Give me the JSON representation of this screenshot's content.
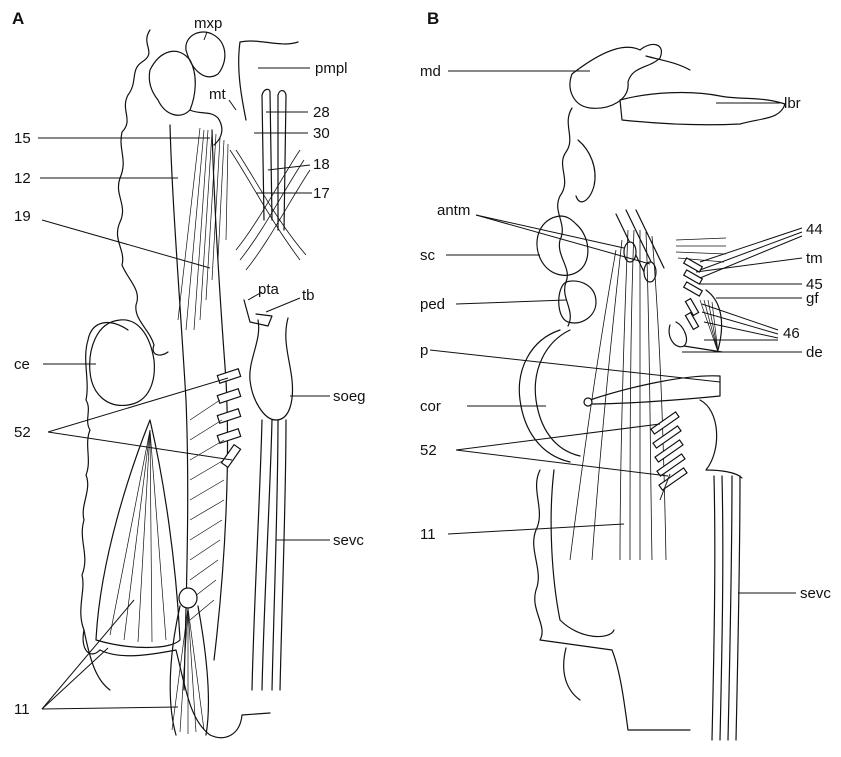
{
  "panels": [
    {
      "letter": "A",
      "labels": [
        "mxp",
        "pmpl",
        "mt",
        "28",
        "30",
        "15",
        "18",
        "12",
        "17",
        "19",
        "pta",
        "tb",
        "ce",
        "soeg",
        "52",
        "sevc",
        "11"
      ]
    },
    {
      "letter": "B",
      "labels": [
        "md",
        "lbr",
        "antm",
        "44",
        "sc",
        "tm",
        "45",
        "ped",
        "gf",
        "46",
        "p",
        "de",
        "cor",
        "52",
        "11",
        "sevc"
      ]
    }
  ]
}
